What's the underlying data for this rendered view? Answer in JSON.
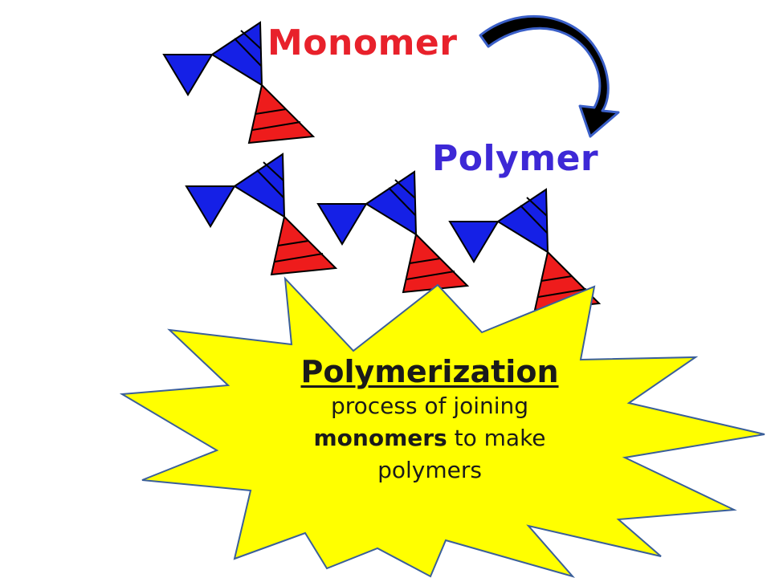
{
  "diagram": {
    "monomer_label": "Monomer",
    "polymer_label": "Polymer",
    "callout": {
      "title": "Polymerization",
      "line1": "process of joining",
      "line2_bold": "monomers",
      "line2_rest": " to make",
      "line3": "polymers"
    }
  },
  "colors": {
    "label_red": "#e8212b",
    "label_blue": "#3d28d6",
    "unit_blue": "#1520e6",
    "unit_red": "#ee1c1c",
    "arrow_fill": "#000000",
    "arrow_edge": "#3a5fc8",
    "burst_fill": "#ffff00",
    "burst_stroke": "#3a5f9a"
  },
  "icons": {
    "monomer_unit": "monomer-unit-icon",
    "transform_arrow": "curved-arrow-icon",
    "callout": "starburst-callout"
  }
}
